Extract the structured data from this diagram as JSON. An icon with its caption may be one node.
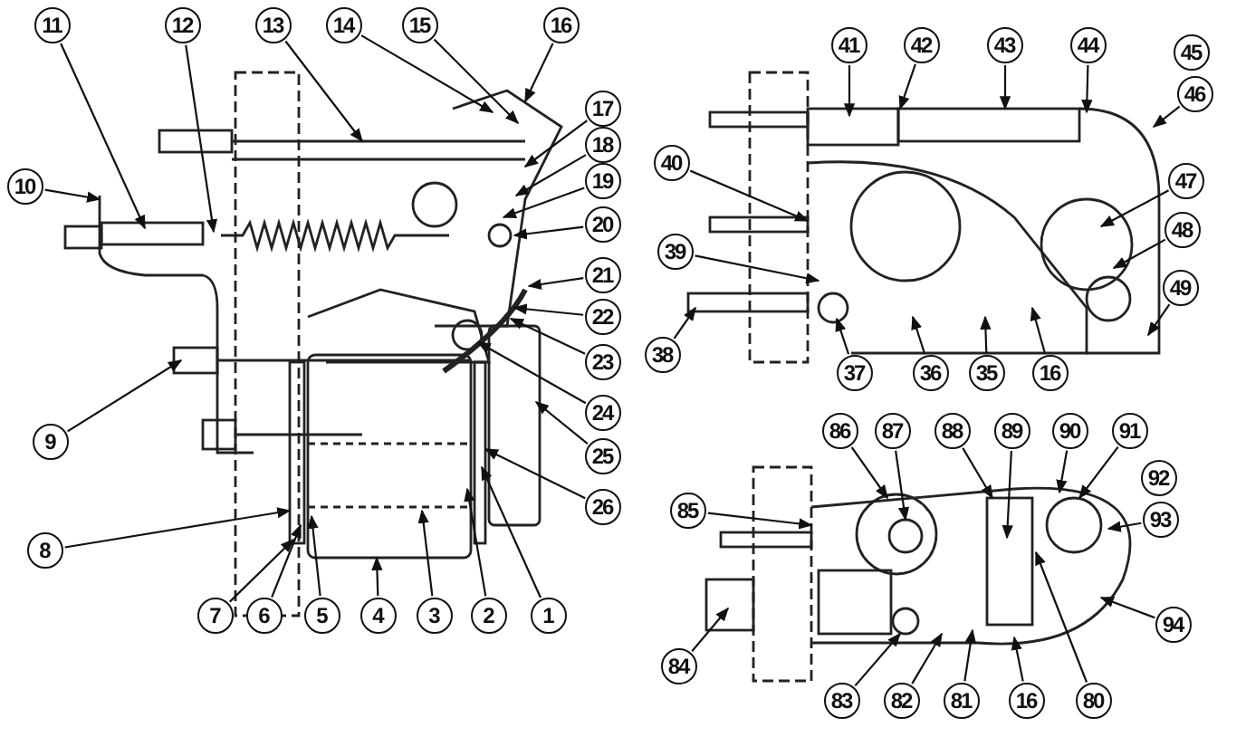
{
  "diagram": {
    "nodes": [
      {
        "text": [
          "11"
        ]
      },
      {
        "text": [
          "12"
        ]
      },
      {
        "text": [
          "13"
        ]
      },
      {
        "text": [
          "14"
        ]
      },
      {
        "text": [
          "15"
        ]
      },
      {
        "text": [
          "16"
        ]
      },
      {
        "text": [
          "17"
        ]
      },
      {
        "text": [
          "18"
        ]
      },
      {
        "text": [
          "19"
        ]
      },
      {
        "text": [
          "20"
        ]
      },
      {
        "text": [
          "21"
        ]
      },
      {
        "text": [
          "22"
        ]
      },
      {
        "text": [
          "23"
        ]
      },
      {
        "text": [
          "24"
        ]
      },
      {
        "text": [
          "25"
        ]
      },
      {
        "text": [
          "26"
        ]
      },
      {
        "text": [
          "10"
        ]
      },
      {
        "text": [
          "9"
        ]
      },
      {
        "text": [
          "8"
        ]
      },
      {
        "text": [
          "7"
        ]
      },
      {
        "text": [
          "6"
        ]
      },
      {
        "text": [
          "5"
        ]
      },
      {
        "text": [
          "4"
        ]
      },
      {
        "text": [
          "3"
        ]
      },
      {
        "text": [
          "2"
        ]
      },
      {
        "text": [
          "1"
        ]
      },
      {
        "text": [
          "41"
        ]
      },
      {
        "text": [
          "42"
        ]
      },
      {
        "text": [
          "43"
        ]
      },
      {
        "text": [
          "44"
        ]
      },
      {
        "text": [
          "46"
        ]
      },
      {
        "text": [
          "47"
        ]
      },
      {
        "text": [
          "48"
        ]
      },
      {
        "text": [
          "49"
        ]
      },
      {
        "text": [
          "40"
        ]
      },
      {
        "text": [
          "39"
        ]
      },
      {
        "text": [
          "38"
        ]
      },
      {
        "text": [
          "37"
        ]
      },
      {
        "text": [
          "36"
        ]
      },
      {
        "text": [
          "35"
        ]
      },
      {
        "text": [
          "16"
        ]
      },
      {
        "text": [
          "86"
        ]
      },
      {
        "text": [
          "87"
        ]
      },
      {
        "text": [
          "88"
        ]
      },
      {
        "text": [
          "89"
        ]
      },
      {
        "text": [
          "90"
        ]
      },
      {
        "text": [
          "91"
        ]
      },
      {
        "text": [
          "93"
        ]
      },
      {
        "text": [
          "94"
        ]
      },
      {
        "text": [
          "85"
        ]
      },
      {
        "text": [
          "84"
        ]
      },
      {
        "text": [
          "83"
        ]
      },
      {
        "text": [
          "82"
        ]
      },
      {
        "text": [
          "81"
        ]
      },
      {
        "text": [
          "16"
        ]
      },
      {
        "text": [
          "80"
        ]
      },
      {
        "text": [
          "45"
        ]
      },
      {
        "text": [
          "92"
        ]
      }
    ],
    "edges": [
      {
        "from": 0,
        "to": null,
        "arrow": "to"
      },
      {
        "from": 1,
        "to": null,
        "arrow": "to"
      },
      {
        "from": 2,
        "to": null,
        "arrow": "to"
      },
      {
        "from": 3,
        "to": null,
        "arrow": "to"
      },
      {
        "from": 4,
        "to": null,
        "arrow": "to"
      },
      {
        "from": 5,
        "to": null,
        "arrow": "to"
      },
      {
        "from": 6,
        "to": null,
        "arrow": "to"
      },
      {
        "from": 7,
        "to": null,
        "arrow": "to"
      },
      {
        "from": 8,
        "to": null,
        "arrow": "to"
      },
      {
        "from": 9,
        "to": null,
        "arrow": "to"
      },
      {
        "from": 10,
        "to": null,
        "arrow": "to"
      },
      {
        "from": 11,
        "to": null,
        "arrow": "to"
      },
      {
        "from": 12,
        "to": null,
        "arrow": "to"
      },
      {
        "from": 13,
        "to": null,
        "arrow": "to"
      },
      {
        "from": 14,
        "to": null,
        "arrow": "to"
      },
      {
        "from": 15,
        "to": null,
        "arrow": "to"
      },
      {
        "from": 16,
        "to": null,
        "arrow": "to"
      },
      {
        "from": 17,
        "to": null,
        "arrow": "to"
      },
      {
        "from": 18,
        "to": null,
        "arrow": "to"
      },
      {
        "from": 19,
        "to": null,
        "arrow": "to"
      },
      {
        "from": 20,
        "to": null,
        "arrow": "to"
      },
      {
        "from": 21,
        "to": null,
        "arrow": "to"
      },
      {
        "from": 22,
        "to": null,
        "arrow": "to"
      },
      {
        "from": 23,
        "to": null,
        "arrow": "to"
      },
      {
        "from": 24,
        "to": null,
        "arrow": "to"
      },
      {
        "from": 25,
        "to": null,
        "arrow": "to"
      },
      {
        "from": 26,
        "to": null,
        "arrow": "to"
      },
      {
        "from": 27,
        "to": null,
        "arrow": "to"
      },
      {
        "from": 28,
        "to": null,
        "arrow": "to"
      },
      {
        "from": 29,
        "to": null,
        "arrow": "to"
      },
      {
        "from": 30,
        "to": null,
        "arrow": "to"
      },
      {
        "from": 31,
        "to": null,
        "arrow": "to"
      },
      {
        "from": 32,
        "to": null,
        "arrow": "to"
      },
      {
        "from": 33,
        "to": null,
        "arrow": "to"
      },
      {
        "from": 34,
        "to": null,
        "arrow": "to"
      },
      {
        "from": 35,
        "to": null,
        "arrow": "to"
      },
      {
        "from": 36,
        "to": null,
        "arrow": "to"
      },
      {
        "from": 37,
        "to": null,
        "arrow": "to"
      },
      {
        "from": 38,
        "to": null,
        "arrow": "to"
      },
      {
        "from": 39,
        "to": null,
        "arrow": "to"
      },
      {
        "from": 40,
        "to": null,
        "arrow": "to"
      },
      {
        "from": 41,
        "to": null,
        "arrow": "to"
      },
      {
        "from": 42,
        "to": null,
        "arrow": "to"
      },
      {
        "from": 43,
        "to": null,
        "arrow": "to"
      },
      {
        "from": 44,
        "to": null,
        "arrow": "to"
      },
      {
        "from": 45,
        "to": null,
        "arrow": "to"
      },
      {
        "from": 46,
        "to": null,
        "arrow": "to"
      },
      {
        "from": 47,
        "to": null,
        "arrow": "to"
      },
      {
        "from": 48,
        "to": null,
        "arrow": "to"
      },
      {
        "from": 49,
        "to": null,
        "arrow": "to"
      },
      {
        "from": 50,
        "to": null,
        "arrow": "to"
      },
      {
        "from": 51,
        "to": null,
        "arrow": "to"
      },
      {
        "from": 52,
        "to": null,
        "arrow": "to"
      },
      {
        "from": 53,
        "to": null,
        "arrow": "to"
      },
      {
        "from": 54,
        "to": null,
        "arrow": "to"
      },
      {
        "from": 55,
        "to": null,
        "arrow": "to"
      }
    ]
  }
}
